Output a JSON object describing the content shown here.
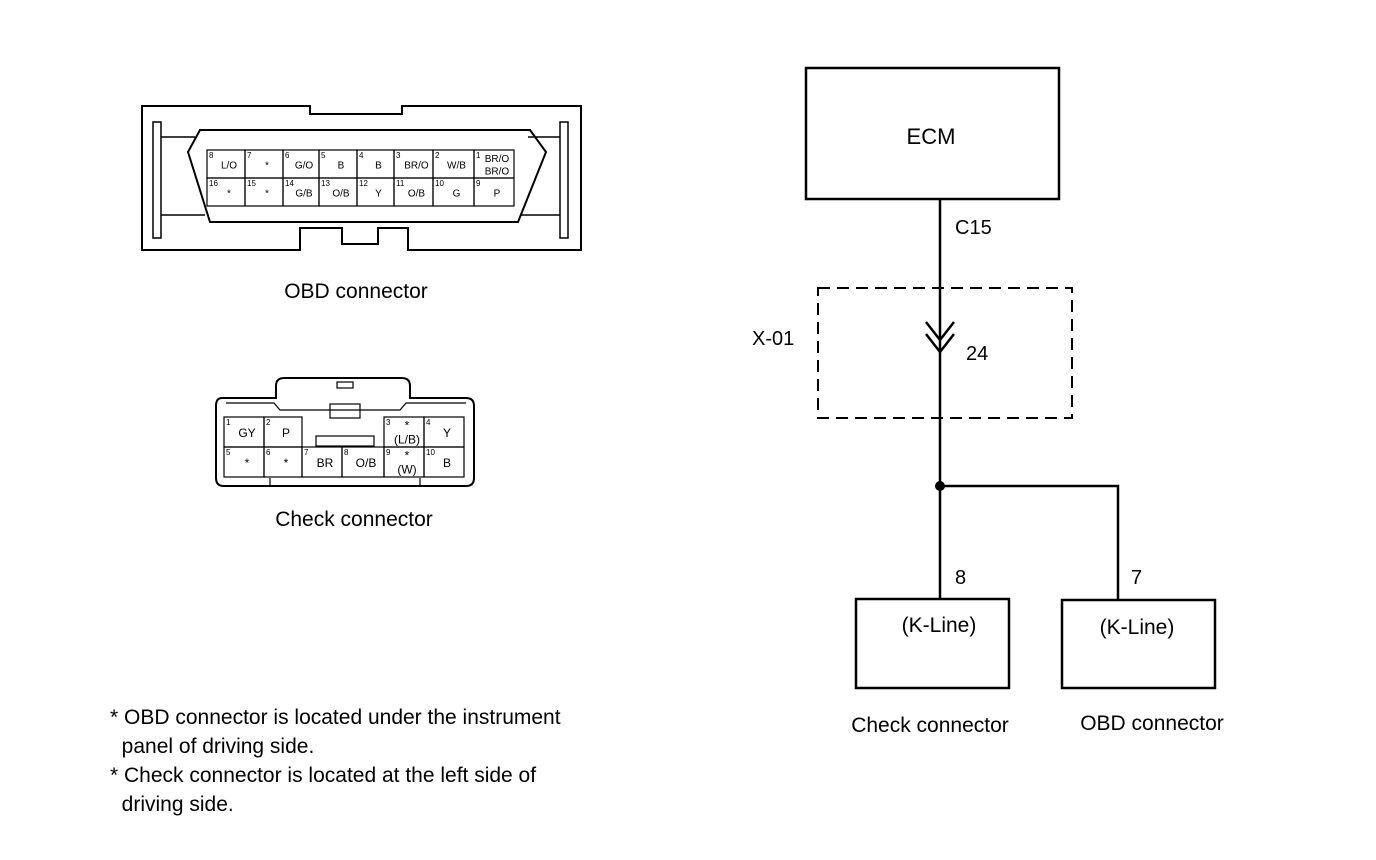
{
  "obd_connector": {
    "caption": "OBD connector",
    "pins_top": [
      {
        "num": "8",
        "label": "L/O"
      },
      {
        "num": "7",
        "label": "*"
      },
      {
        "num": "6",
        "label": "G/O"
      },
      {
        "num": "5",
        "label": "B"
      },
      {
        "num": "4",
        "label": "B"
      },
      {
        "num": "3",
        "label": "BR/O"
      },
      {
        "num": "2",
        "label": "W/B"
      },
      {
        "num": "1",
        "label": "BR/O",
        "label2": "BR/O"
      }
    ],
    "pins_bottom": [
      {
        "num": "16",
        "label": "*"
      },
      {
        "num": "15",
        "label": "*"
      },
      {
        "num": "14",
        "label": "G/B"
      },
      {
        "num": "13",
        "label": "O/B"
      },
      {
        "num": "12",
        "label": "Y"
      },
      {
        "num": "11",
        "label": "O/B"
      },
      {
        "num": "10",
        "label": "G"
      },
      {
        "num": "9",
        "label": "P"
      }
    ]
  },
  "check_connector": {
    "caption": "Check connector",
    "pins_top": [
      {
        "num": "1",
        "label": "GY"
      },
      {
        "num": "2",
        "label": "P"
      },
      {
        "num": "3",
        "label": "*",
        "label2": "(L/B)"
      },
      {
        "num": "4",
        "label": "Y"
      }
    ],
    "pins_bottom": [
      {
        "num": "5",
        "label": "*"
      },
      {
        "num": "6",
        "label": "*"
      },
      {
        "num": "7",
        "label": "BR"
      },
      {
        "num": "8",
        "label": "O/B"
      },
      {
        "num": "9",
        "label": "*",
        "label2": "(W)"
      },
      {
        "num": "10",
        "label": "B"
      }
    ]
  },
  "notes": [
    "* OBD connector is located under the instrument\n  panel of driving side.",
    "* Check connector is located at the left side of\n  driving side."
  ],
  "circuit": {
    "ecm_label": "ECM",
    "ecm_terminal": "C15",
    "junction_label": "X-01",
    "junction_terminal": "24",
    "check_terminal": "8",
    "obd_terminal": "7",
    "check_box_label": "(K-Line)",
    "obd_box_label": "(K-Line)",
    "check_caption": "Check connector",
    "obd_caption": "OBD connector"
  }
}
